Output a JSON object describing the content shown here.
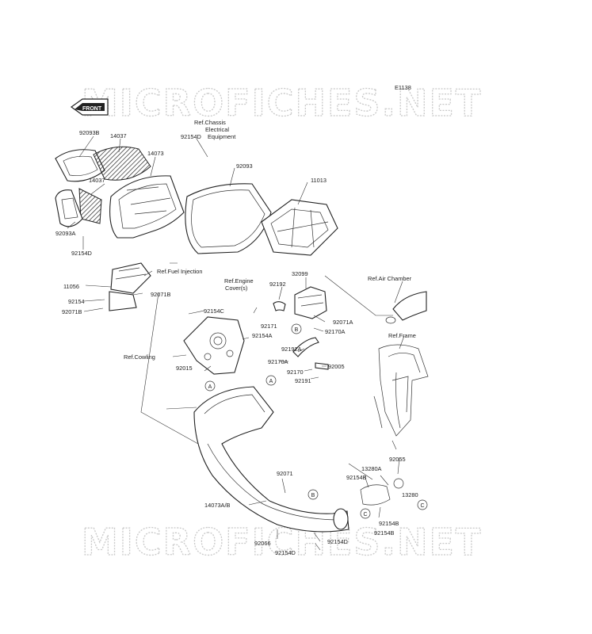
{
  "watermark": "MICROFICHES.NET",
  "diagram_code": "E1138",
  "front_label": "FRONT",
  "callout_letters": [
    "A",
    "B",
    "C"
  ],
  "labels": {
    "p92093B": "92093B",
    "p14037a": "14037",
    "p14073": "14073",
    "p14037b": "14037",
    "p92093A": "92093A",
    "p92154D_a": "92154D",
    "p92154D_b": "92154D",
    "ref_chassis1": "Ref.Chassis",
    "ref_chassis2": "Electrical",
    "ref_chassis3": "Equipment",
    "p92093": "92093",
    "p11013": "11013",
    "ref_fuel": "Ref.Fuel Injection",
    "p11056": "11056",
    "p92071B_a": "92071B",
    "p92154": "92154",
    "p92071B_b": "92071B",
    "ref_engine1": "Ref.Engine",
    "ref_engine2": "Cover(s)",
    "p92192": "92192",
    "p32099": "32099",
    "ref_air": "Ref.Air Chamber",
    "p92154C": "92154C",
    "p92171": "92171",
    "p92071A": "92071A",
    "p92170A_a": "92170A",
    "p92154A": "92154A",
    "ref_frame": "Ref.Frame",
    "ref_cowling": "Ref.Cowling",
    "p92192A": "92192A",
    "p92170A_b": "92170A",
    "p92005": "92005",
    "p92015": "92015",
    "p92170": "92170",
    "p92191": "92191",
    "p92055": "92055",
    "p13280A": "13280A",
    "p92154B_a": "92154B",
    "p92071": "92071",
    "p13280": "13280",
    "p14073AB": "14073A/B",
    "p92154B_b": "92154B",
    "p92154B_c": "92154B",
    "p92066": "92066",
    "p92154D_c": "92154D",
    "p92154D_d": "92154D"
  }
}
